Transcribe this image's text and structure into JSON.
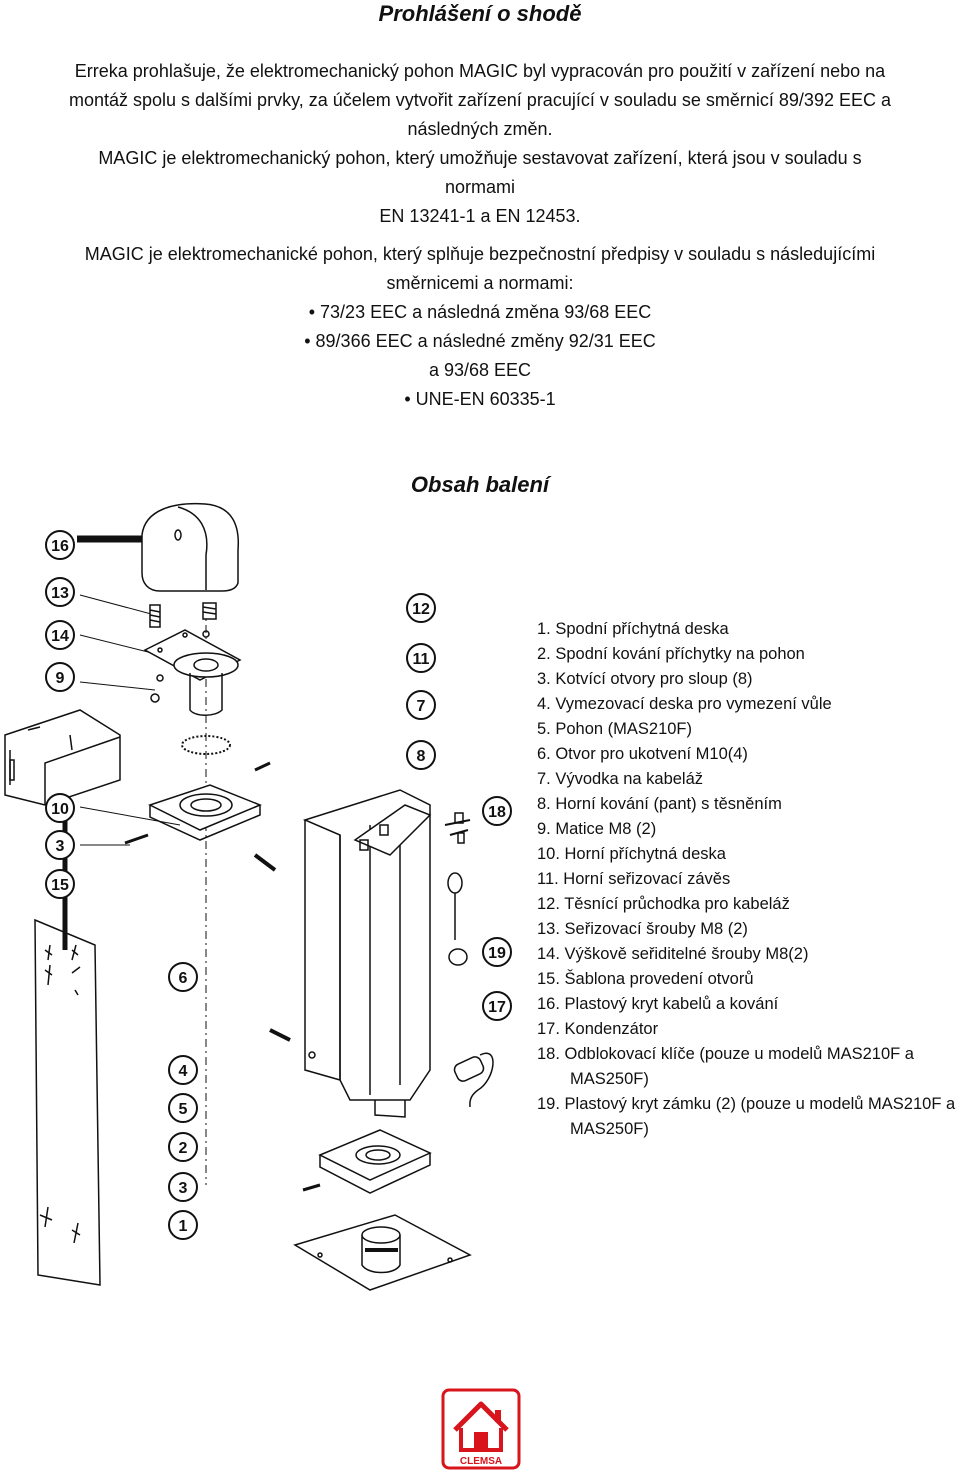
{
  "declaration": {
    "title": "Prohlášení o shodě",
    "para1": [
      "Erreka prohlašuje, že elektromechanický pohon MAGIC byl vypracován pro použití v zařízení nebo na",
      "montáž spolu s dalšími prvky, za účelem vytvořit zařízení pracující v souladu se směrnicí 89/392 EEC a",
      "následných změn.",
      "MAGIC je elektromechanický pohon, který umožňuje sestavovat zařízení, která jsou v souladu s",
      "normami",
      "EN 13241-1 a EN 12453."
    ],
    "para2": [
      "MAGIC je elektromechanické pohon, který splňuje bezpečnostní předpisy v souladu s následujícími",
      "směrnicemi a normami:",
      "• 73/23 EEC a následná změna 93/68 EEC",
      "• 89/366 EEC a následné změny 92/31 EEC",
      "a 93/68 EEC",
      "• UNE-EN 60335-1"
    ]
  },
  "contents": {
    "title": "Obsah balení",
    "callouts": [
      "16",
      "13",
      "14",
      "9",
      "10",
      "3",
      "15",
      "12",
      "11",
      "7",
      "8",
      "18",
      "19",
      "17",
      "6",
      "4",
      "5",
      "2",
      "3",
      "1"
    ],
    "parts": [
      "1.  Spodní příchytná deska",
      "2.  Spodní kování příchytky na pohon",
      "3.  Kotvící otvory pro sloup (8)",
      "4.  Vymezovací deska pro vymezení vůle",
      "5.  Pohon (MAS210F)",
      "6.  Otvor pro ukotvení M10(4)",
      "7.  Vývodka na kabeláž",
      "8.  Horní kování (pant) s těsněním",
      "9.  Matice M8 (2)",
      "10. Horní příchytná deska",
      "11. Horní seřizovací závěs",
      "12.  Těsnící průchodka pro kabeláž",
      "13.  Seřizovací šrouby M8 (2)",
      "14.  Výškově seřiditelné šrouby M8(2)",
      "15. Šablona provedení otvorů",
      "16. Plastový kryt kabelů a kování",
      "17. Kondenzátor",
      "18. Odblokovací klíče (pouze u modelů MAS210F a MAS250F)",
      "19. Plastový kryt zámku (2) (pouze u modelů MAS210F a MAS250F)"
    ]
  },
  "logo": {
    "text": "CLEMSA",
    "color": "#d8141c"
  }
}
